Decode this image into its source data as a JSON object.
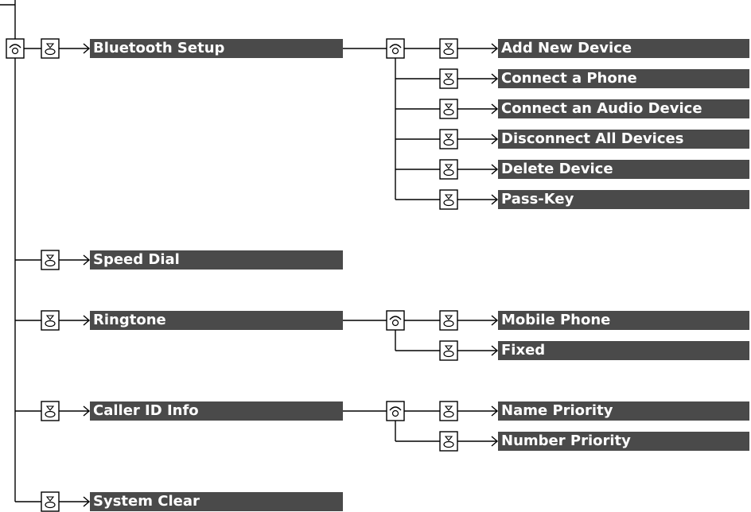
{
  "diagram": {
    "root": {
      "items": [
        {
          "label": "Bluetooth Setup",
          "children": [
            "Add New Device",
            "Connect a Phone",
            "Connect an Audio Device",
            "Disconnect All Devices",
            "Delete Device",
            "Pass-Key"
          ]
        },
        {
          "label": "Speed Dial",
          "children": []
        },
        {
          "label": "Ringtone",
          "children": [
            "Mobile Phone",
            "Fixed"
          ]
        },
        {
          "label": "Caller ID Info",
          "children": [
            "Name Priority",
            "Number Priority"
          ]
        },
        {
          "label": "System Clear",
          "children": []
        }
      ]
    },
    "icons": {
      "phone_button": "phone-button-icon",
      "select_knob": "select-knob-icon"
    },
    "colors": {
      "bar_fill": "#4a4a4a",
      "bar_text": "#ffffff",
      "line": "#000000",
      "icon_fill": "#ffffff"
    }
  }
}
